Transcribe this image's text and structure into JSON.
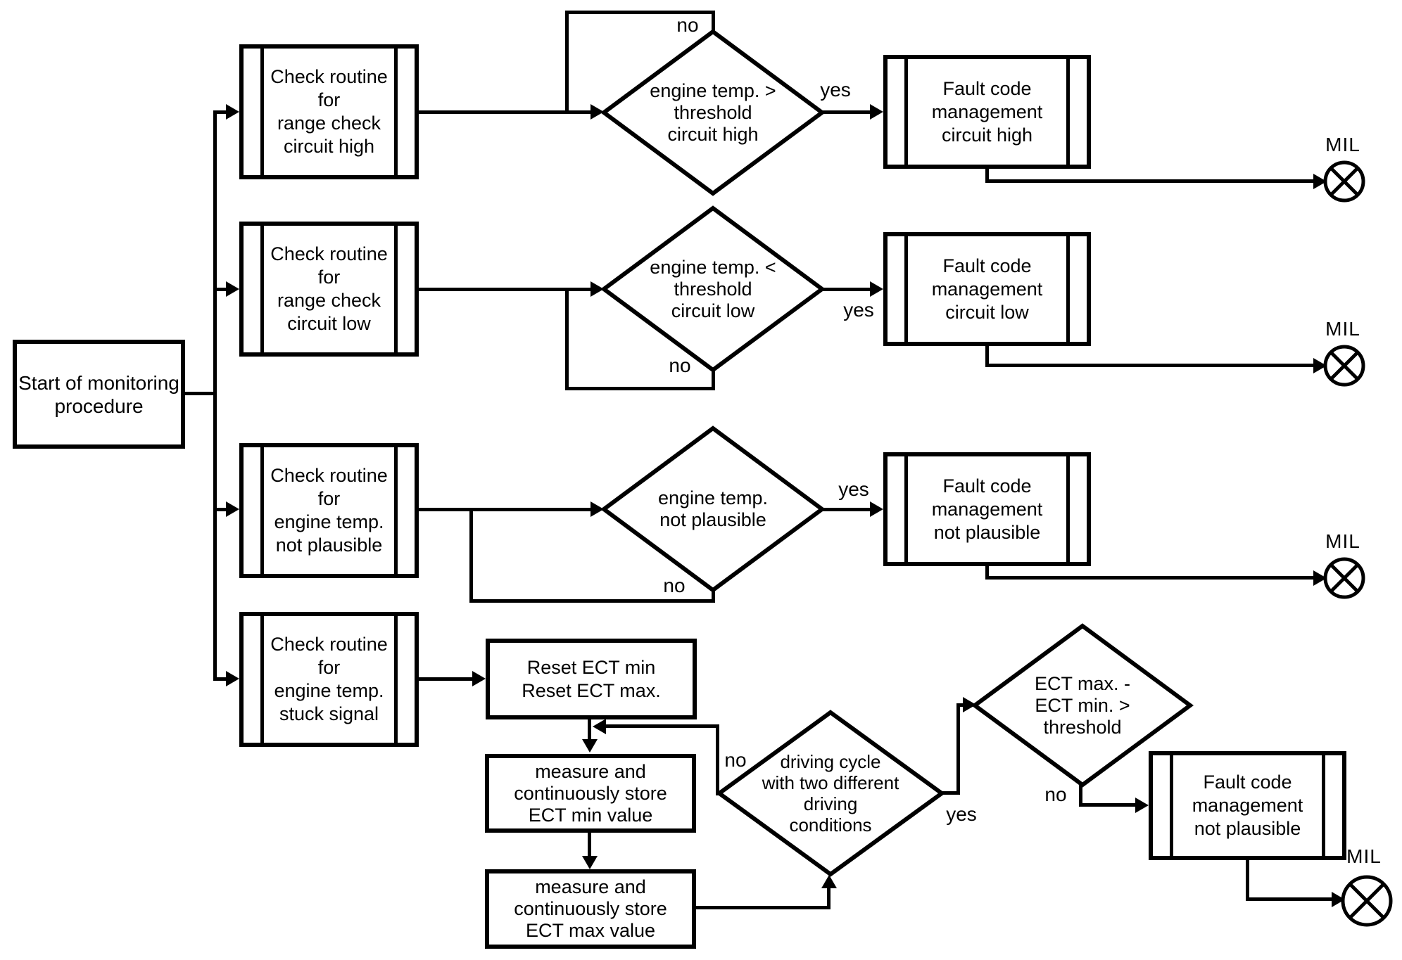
{
  "colors": {
    "ink": "#000000",
    "background": "#ffffff"
  },
  "start": {
    "lines": [
      "Start of monitoring",
      "procedure"
    ]
  },
  "check_routines": [
    {
      "lines": [
        "Check routine",
        "for",
        "range check",
        "circuit high"
      ]
    },
    {
      "lines": [
        "Check routine",
        "for",
        "range check",
        "circuit low"
      ]
    },
    {
      "lines": [
        "Check routine",
        "for",
        "engine temp.",
        "not plausible"
      ]
    },
    {
      "lines": [
        "Check routine",
        "for",
        "engine temp.",
        "stuck signal"
      ]
    }
  ],
  "decisions": [
    {
      "lines": [
        "engine temp. >",
        "threshold",
        "circuit high"
      ],
      "yes": "yes",
      "no": "no"
    },
    {
      "lines": [
        "engine temp. <",
        "threshold",
        "circuit low"
      ],
      "yes": "yes",
      "no": "no"
    },
    {
      "lines": [
        "engine temp.",
        "not plausible"
      ],
      "yes": "yes",
      "no": "no"
    },
    {
      "lines": [
        "driving cycle",
        "with two different",
        "driving",
        "conditions"
      ],
      "yes": "yes",
      "no": "no"
    },
    {
      "lines": [
        "ECT max. -",
        "ECT min. >",
        "threshold"
      ],
      "no": "no"
    }
  ],
  "fault_boxes": [
    {
      "lines": [
        "Fault code",
        "management",
        "circuit high"
      ]
    },
    {
      "lines": [
        "Fault code",
        "management",
        "circuit low"
      ]
    },
    {
      "lines": [
        "Fault code",
        "management",
        "not plausible"
      ]
    },
    {
      "lines": [
        "Fault code",
        "management",
        "not plausible"
      ]
    }
  ],
  "processes": {
    "reset": {
      "lines": [
        "Reset ECT min",
        "Reset ECT max."
      ]
    },
    "measure_min": {
      "lines": [
        "measure and",
        "continuously store",
        "ECT min value"
      ]
    },
    "measure_max": {
      "lines": [
        "measure and",
        "continuously store",
        "ECT max value"
      ]
    }
  },
  "mil_label": "MIL"
}
